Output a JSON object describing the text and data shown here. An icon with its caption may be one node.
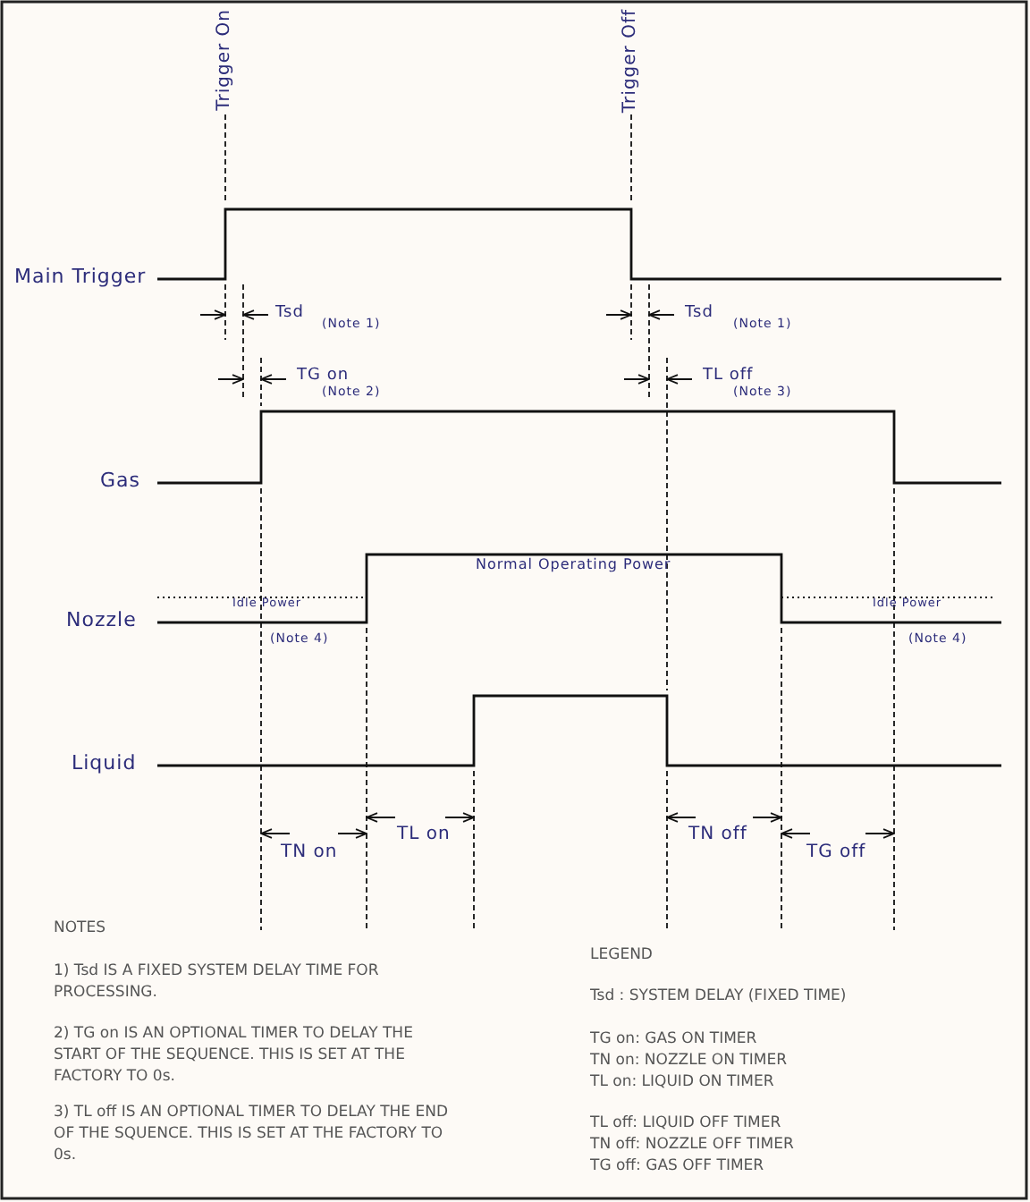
{
  "diagram": {
    "labels": [
      "Trigger On",
      "Trigger Off",
      "Main Trigger",
      "Tsd",
      "(Note 1)",
      "Tsd",
      "(Note 1)",
      "TG on",
      "(Note 2)",
      "TL off",
      "(Note 3)",
      "Gas",
      "Normal Operating Power",
      "Idle Power",
      "Idle Power",
      "Nozzle",
      "(Note 4)",
      "(Note 4)",
      "Liquid",
      "TN on",
      "TL on",
      "TN off",
      "TG off",
      "NOTES",
      "1) Tsd IS A FIXED SYSTEM DELAY TIME FOR PROCESSING.",
      "2) TG on IS AN OPTIONAL TIMER TO DELAY THE START OF THE SEQUENCE. THIS IS SET AT THE FACTORY TO 0s.",
      "3) TL off IS AN OPTIONAL TIMER TO DELAY THE END OF THE SQUENCE. THIS IS SET AT THE FACTORY TO 0s.",
      "LEGEND",
      "Tsd : SYSTEM DELAY (FIXED TIME)",
      "TG on: GAS ON TIMER",
      "TN on: NOZZLE ON TIMER",
      "TL on: LIQUID ON TIMER",
      "TL off: LIQUID OFF TIMER",
      "TN off: NOZZLE OFF TIMER",
      "TG off: GAS OFF TIMER"
    ]
  }
}
